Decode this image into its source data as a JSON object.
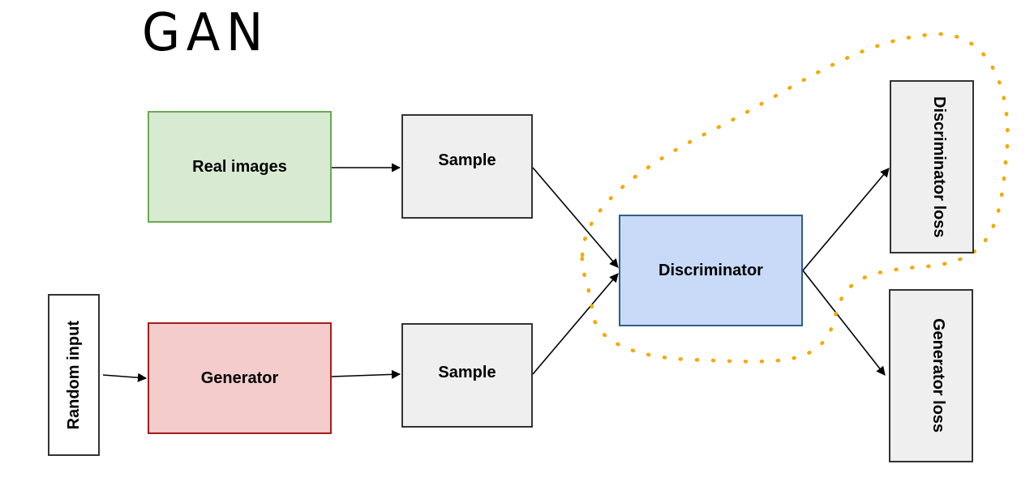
{
  "title": "GAN",
  "nodes": {
    "real_images": "Real images",
    "sample_top": "Sample",
    "random_input": "Random input",
    "generator": "Generator",
    "sample_bottom": "Sample",
    "discriminator": "Discriminator",
    "discriminator_loss": "Discriminator loss",
    "generator_loss": "Generator loss"
  },
  "colors": {
    "real_images_fill": "#d9ead3",
    "real_images_border": "#6aa84f",
    "generator_fill": "#f4cccc",
    "generator_border": "#a61c1c",
    "discriminator_fill": "#c9daf8",
    "discriminator_border": "#2f5d8a",
    "sample_fill": "#efefef",
    "loss_fill": "#efefef",
    "highlight": "#f4a900"
  }
}
